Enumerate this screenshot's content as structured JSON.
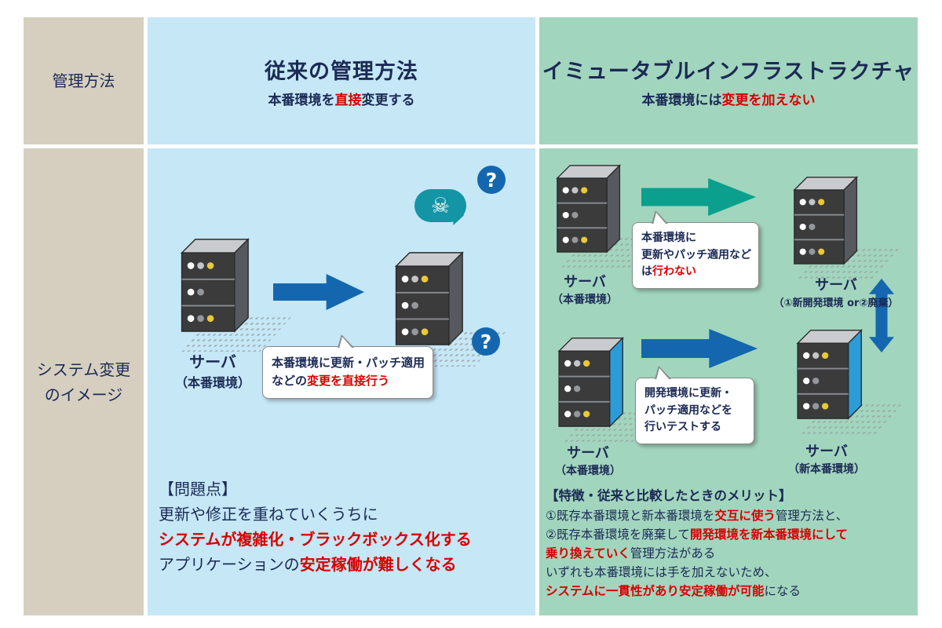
{
  "palette": {
    "navy_text": "#1b2a55",
    "red_text": "#d80000",
    "beige_header": "#d6cfc0",
    "blue_panel": "#c5e7f6",
    "green_panel": "#a2d5bd",
    "arrow_blue": "#1467ae",
    "arrow_teal": "#0aa08d",
    "server_side_gray": "#565a5e",
    "server_side_blue": "#2b9cd8",
    "skull_bubble": "#1495a5"
  },
  "row_headers": {
    "method": "管理方法",
    "system_change": [
      "システム変更",
      "のイメージ"
    ]
  },
  "icons": {
    "skull": "☠",
    "question": "?"
  },
  "traditional": {
    "title": "従来の管理方法",
    "subtitle": [
      {
        "t": "本番環境を"
      },
      {
        "t": "直接",
        "red": true
      },
      {
        "t": "変更する"
      }
    ],
    "server_label": [
      "サーバ",
      "（本番環境）"
    ],
    "callout_lines": [
      [
        {
          "t": "本番環境に更新・パッチ適用"
        }
      ],
      [
        {
          "t": "などの"
        },
        {
          "t": "変更を直接行う",
          "red": true
        }
      ]
    ],
    "problem_heading": "【問題点】",
    "problem_lines": [
      [
        {
          "t": "更新や修正を重ねていくうちに"
        }
      ],
      [
        {
          "t": "システムが複雑化・ブラックボックス化する",
          "red": true
        }
      ],
      [
        {
          "t": "アプリケーションの"
        },
        {
          "t": "安定稼働が難しくなる",
          "red": true
        }
      ]
    ]
  },
  "immutable": {
    "title": "イミュータブルインフラストラクチャ",
    "subtitle": [
      {
        "t": "本番環境には"
      },
      {
        "t": "変更を加えない",
        "red": true
      }
    ],
    "top": {
      "left_server_label": [
        "サーバ",
        "（本番環境）"
      ],
      "right_server_label": [
        "サーバ",
        "（①新開発環境 or②廃棄）"
      ],
      "callout_lines": [
        [
          {
            "t": "本番環境に"
          }
        ],
        [
          {
            "t": "更新やパッチ適用など"
          }
        ],
        [
          {
            "t": "は"
          },
          {
            "t": "行わない",
            "red": true
          }
        ]
      ]
    },
    "bottom": {
      "left_server_label": [
        "サーバ",
        "（本番環境）"
      ],
      "right_server_label": [
        "サーバ",
        "（新本番環境）"
      ],
      "callout_lines": [
        [
          {
            "t": "開発環境に更新・"
          }
        ],
        [
          {
            "t": "パッチ適用などを"
          }
        ],
        [
          {
            "t": "行いテストする"
          }
        ]
      ]
    },
    "merit_heading": "【特徴・従来と比較したときのメリット】",
    "merit_lines": [
      [
        {
          "t": "①既存本番環境と新本番環境を"
        },
        {
          "t": "交互に使う",
          "red": true
        },
        {
          "t": "管理方法と、"
        }
      ],
      [
        {
          "t": "②既存本番環境を廃棄して"
        },
        {
          "t": "開発環境を新本番環境にして",
          "red": true
        }
      ],
      [
        {
          "t": "乗り換えていく",
          "red": true
        },
        {
          "t": "管理方法がある"
        }
      ],
      [
        {
          "t": "いずれも本番環境には手を加えないため、"
        }
      ],
      [
        {
          "t": "システムに一貫性があり安定稼働が可能",
          "red": true
        },
        {
          "t": "になる"
        }
      ]
    ]
  }
}
